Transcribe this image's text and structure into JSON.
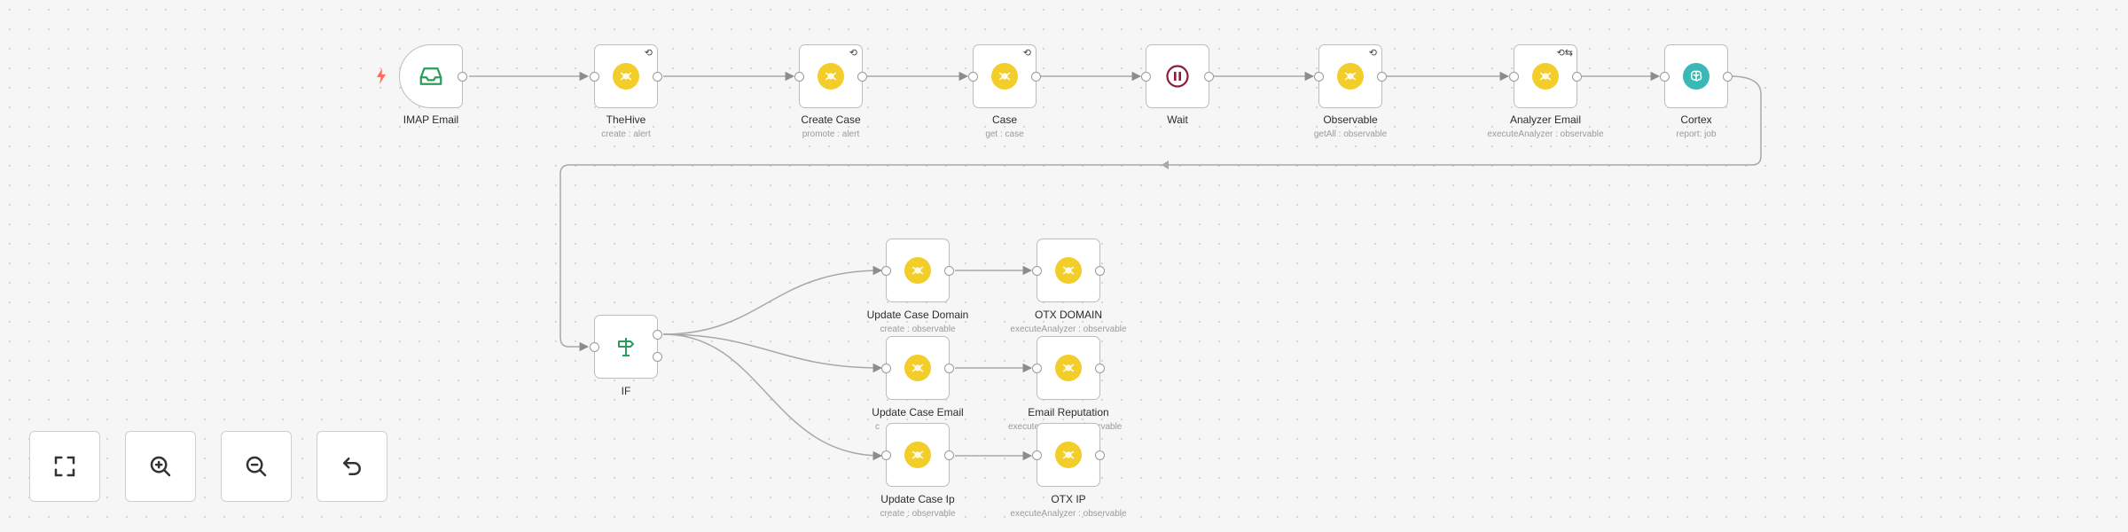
{
  "canvas": {
    "background_color": "#f6f6f6",
    "hive_color": "#f3cd2a",
    "cortex_color": "#3ab8b6",
    "trigger_color": "#ff6d5a"
  },
  "nodes": {
    "imap_email": {
      "title": "IMAP Email",
      "icon": "inbox-icon"
    },
    "thehive": {
      "title": "TheHive",
      "subtitle": "create : alert",
      "icon": "thehive-bee-icon"
    },
    "create_case": {
      "title": "Create Case",
      "subtitle": "promote : alert",
      "icon": "thehive-bee-icon"
    },
    "case": {
      "title": "Case",
      "subtitle": "get : case",
      "icon": "thehive-bee-icon"
    },
    "wait": {
      "title": "Wait",
      "icon": "pause-icon"
    },
    "observable": {
      "title": "Observable",
      "subtitle": "getAll : observable",
      "icon": "thehive-bee-icon"
    },
    "analyzer_email": {
      "title": "Analyzer Email",
      "subtitle": "executeAnalyzer : observable",
      "icon": "thehive-bee-icon"
    },
    "cortex": {
      "title": "Cortex",
      "subtitle": "report: job",
      "icon": "cortex-brain-icon"
    },
    "if": {
      "title": "IF",
      "icon": "signpost-icon"
    },
    "update_case_domain": {
      "title": "Update Case Domain",
      "subtitle": "create : observable",
      "icon": "thehive-bee-icon"
    },
    "otx_domain": {
      "title": "OTX DOMAIN",
      "subtitle": "executeAnalyzer : observable",
      "icon": "thehive-bee-icon"
    },
    "update_case_email": {
      "title": "Update Case Email",
      "subtitle": "c",
      "icon": "thehive-bee-icon"
    },
    "email_reputation": {
      "title": "Email Reputation",
      "subtitle": "executeA",
      "subtitle_tail": "bservable",
      "icon": "thehive-bee-icon"
    },
    "update_case_ip": {
      "title": "Update Case Ip",
      "subtitle": "create : observable",
      "icon": "thehive-bee-icon"
    },
    "otx_ip": {
      "title": "OTX IP",
      "subtitle": "executeAnalyzer : observable",
      "icon": "thehive-bee-icon"
    }
  },
  "controls": {
    "fit_view": {
      "icon": "fullscreen-icon"
    },
    "zoom_in": {
      "icon": "zoom-in-icon"
    },
    "zoom_out": {
      "icon": "zoom-out-icon"
    },
    "reset": {
      "icon": "undo-icon"
    }
  }
}
